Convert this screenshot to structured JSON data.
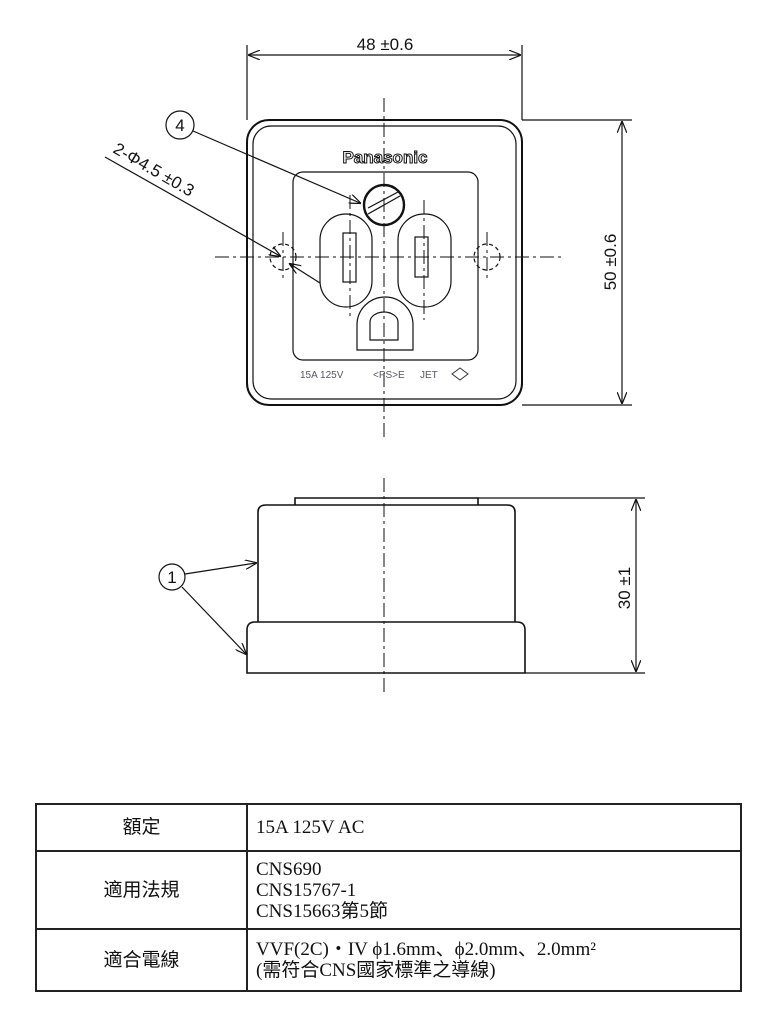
{
  "top_view": {
    "dim_width": "48 ±0.6",
    "dim_height": "50 ±0.6",
    "hole_callout": "2-Φ4.5 ±0.3",
    "callout_4": "4",
    "brand": "Panasonic",
    "marking_rating": "15A  125V",
    "marking_ps": "<PS>E",
    "marking_jet": "JET"
  },
  "side_view": {
    "dim_height": "30 ±1",
    "callout_1": "1"
  },
  "spec_table": {
    "rows": [
      {
        "label": "額定",
        "lines": [
          "15A  125V  AC"
        ]
      },
      {
        "label": "適用法規",
        "lines": [
          "CNS690",
          "CNS15767-1",
          "CNS15663第5節"
        ]
      },
      {
        "label": "適合電線",
        "lines": [
          "VVF(2C)・IV ϕ1.6mm、ϕ2.0mm、2.0mm²",
          "(需符合CNS國家標準之導線)"
        ]
      }
    ]
  }
}
